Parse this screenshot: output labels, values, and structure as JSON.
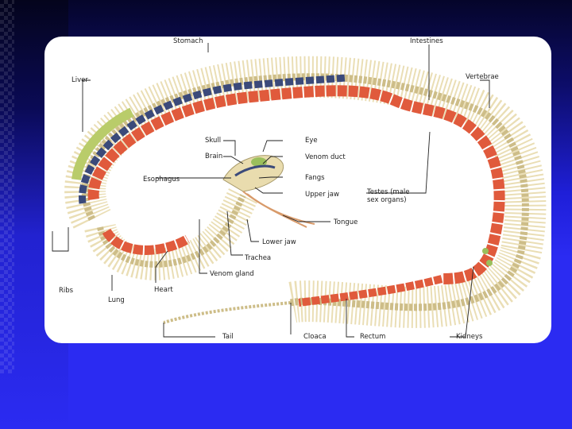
{
  "labels": {
    "stomach": "Stomach",
    "intestines": "Intestines",
    "liver": "Liver",
    "vertebrae": "Vertebrae",
    "skull": "Skull",
    "eye": "Eye",
    "brain": "Brain",
    "venom_duct": "Venom duct",
    "esophagus": "Esophagus",
    "fangs": "Fangs",
    "upper_jaw": "Upper jaw",
    "testes_line1": "Testes (male",
    "testes_line2": "sex organs)",
    "tongue": "Tongue",
    "lower_jaw": "Lower jaw",
    "trachea": "Trachea",
    "venom_gland": "Venom gland",
    "ribs": "Ribs",
    "heart": "Heart",
    "lung": "Lung",
    "tail": "Tail",
    "cloaca": "Cloaca",
    "rectum": "Rectum",
    "kidneys": "Kidneys"
  },
  "colors": {
    "background_blue": "#2b2bf2",
    "panel": "#ffffff",
    "bone": "#e9dcae",
    "bone_shade": "#cdbd88",
    "organ_red": "#e05a3c",
    "lung_navy": "#3b4a7a",
    "liver_green": "#b9cc6a",
    "leader": "#222222"
  }
}
